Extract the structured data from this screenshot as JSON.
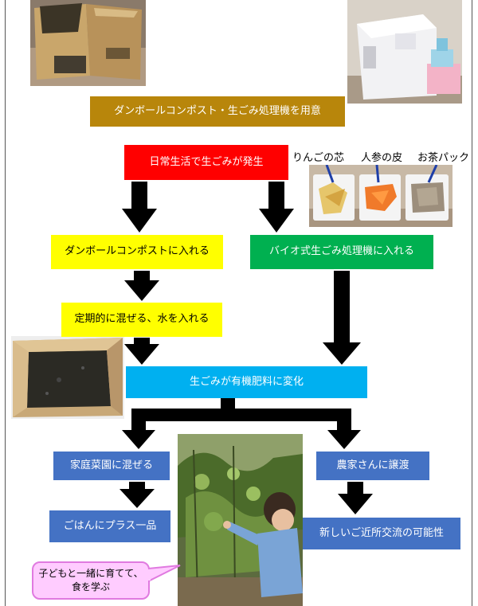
{
  "nodes": {
    "prepare": "ダンボールコンポスト・生ごみ処理機を用意",
    "daily": "日常生活で生ごみが発生",
    "cardboard": "ダンボールコンポストに入れる",
    "bio": "バイオ式生ごみ処理機に入れる",
    "mix_water": "定期的に混ぜる、水を入れる",
    "fertilizer": "生ごみが有機肥料に変化",
    "garden": "家庭菜園に混ぜる",
    "farmer": "農家さんに譲渡",
    "meal": "ごはんにプラス一品",
    "community": "新しいご近所交流の可能性"
  },
  "food_labels": {
    "apple": "りんごの芯",
    "carrot": "人参の皮",
    "tea": "お茶パック"
  },
  "bubble": {
    "line1": "子どもと一緒に育てて、",
    "line2": "食を学ぶ"
  },
  "colors": {
    "gold": "#b8860b",
    "red": "#ff0000",
    "yellow": "#ffff00",
    "green": "#00b050",
    "cyan": "#00b0f0",
    "blue": "#4472c4",
    "arrow": "#000000"
  }
}
